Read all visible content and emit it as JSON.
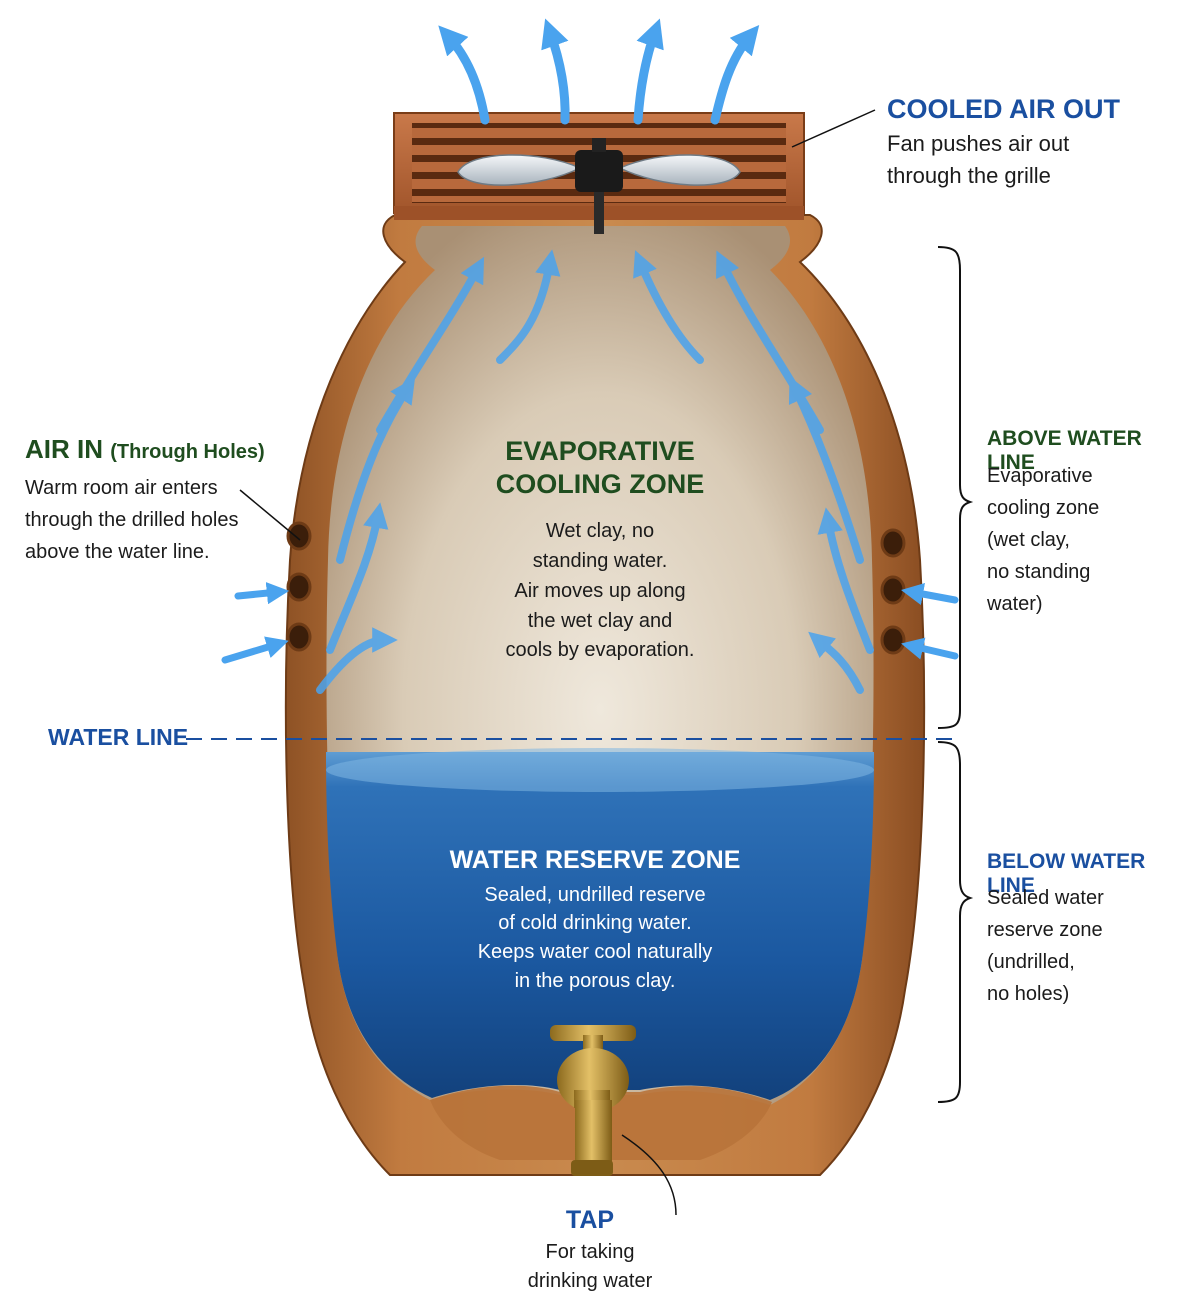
{
  "cooled_air": {
    "heading": "COOLED AIR OUT",
    "line1": "Fan pushes air out",
    "line2": "through the grille"
  },
  "air_in": {
    "heading": "AIR IN",
    "heading_suffix": "(Through Holes)",
    "line1": "Warm room air enters",
    "line2": "through the drilled holes",
    "line3": "above the water line."
  },
  "water_line_label": "WATER LINE",
  "cooling_zone": {
    "title1": "EVAPORATIVE",
    "title2": "COOLING ZONE",
    "lines": [
      "Wet clay, no",
      "standing water.",
      "Air moves up along",
      "the wet clay and",
      "cools by evaporation."
    ]
  },
  "reserve_zone": {
    "title": "WATER RESERVE ZONE",
    "lines": [
      "Sealed, undrilled reserve",
      "of cold drinking water.",
      "Keeps water cool naturally",
      "in the porous clay."
    ]
  },
  "above": {
    "heading": "ABOVE WATER LINE",
    "lines": [
      "Evaporative",
      "cooling zone",
      "(wet clay,",
      "no standing",
      "water)"
    ]
  },
  "below": {
    "heading": "BELOW WATER LINE",
    "lines": [
      "Sealed water",
      "reserve zone",
      "(undrilled,",
      "no holes)"
    ]
  },
  "tap": {
    "heading": "TAP",
    "line1": "For taking",
    "line2": "drinking water"
  },
  "colors": {
    "clay": "#b8733a",
    "clay_dark": "#8a4f22",
    "water": "#1d5ea8",
    "arrow": "#4aa3ee",
    "label_blue": "#1a4fa0",
    "label_green": "#1f4d1f"
  }
}
